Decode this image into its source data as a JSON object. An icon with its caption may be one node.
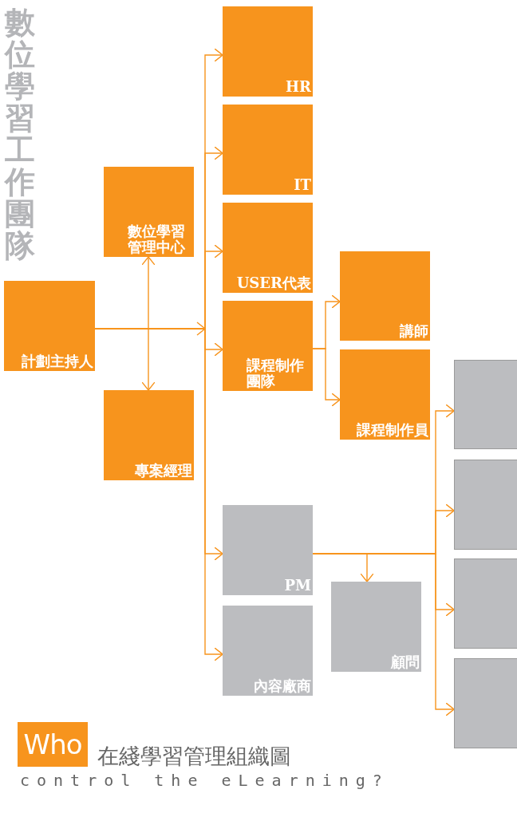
{
  "diagram": {
    "title": "數位學習工作團隊",
    "nodes": [
      {
        "text": [
          "計劃主持人"
        ]
      },
      {
        "text": [
          "數位學習管理中心"
        ]
      },
      {
        "text": [
          "專案經理"
        ]
      },
      {
        "text": [
          "HR"
        ]
      },
      {
        "text": [
          "IT"
        ]
      },
      {
        "text": [
          "USER代表"
        ]
      },
      {
        "text": [
          "課程制作團隊"
        ]
      },
      {
        "text": [
          "PM"
        ]
      },
      {
        "text": [
          "內容廠商"
        ]
      },
      {
        "text": [
          "講師"
        ]
      },
      {
        "text": [
          "課程制作員"
        ]
      },
      {
        "text": [
          "顧問"
        ]
      },
      {
        "text": [],
        "shape": "box"
      },
      {
        "text": [],
        "shape": "box"
      },
      {
        "text": [],
        "shape": "box"
      },
      {
        "text": [],
        "shape": "box"
      }
    ],
    "edges": [
      {
        "from": 0,
        "to": 3,
        "arrow": "to"
      },
      {
        "from": 0,
        "to": 4,
        "arrow": "to"
      },
      {
        "from": 0,
        "to": 5,
        "arrow": "to"
      },
      {
        "from": 0,
        "to": 6,
        "arrow": "to"
      },
      {
        "from": 0,
        "to": 7,
        "arrow": "to"
      },
      {
        "from": 0,
        "to": 8,
        "arrow": "to"
      },
      {
        "from": 1,
        "to": 2,
        "arrow": "both"
      },
      {
        "from": 6,
        "to": 9,
        "arrow": "to"
      },
      {
        "from": 6,
        "to": 10,
        "arrow": "to"
      },
      {
        "from": 7,
        "to": 11,
        "arrow": "to"
      },
      {
        "from": 7,
        "to": 12,
        "arrow": "to"
      },
      {
        "from": 7,
        "to": 13,
        "arrow": "to"
      },
      {
        "from": 7,
        "to": 14,
        "arrow": "to"
      },
      {
        "from": 7,
        "to": 15,
        "arrow": "to"
      }
    ],
    "labels": [
      "Who",
      "在綫學習管理組織圖",
      "control the eLearning?"
    ]
  }
}
